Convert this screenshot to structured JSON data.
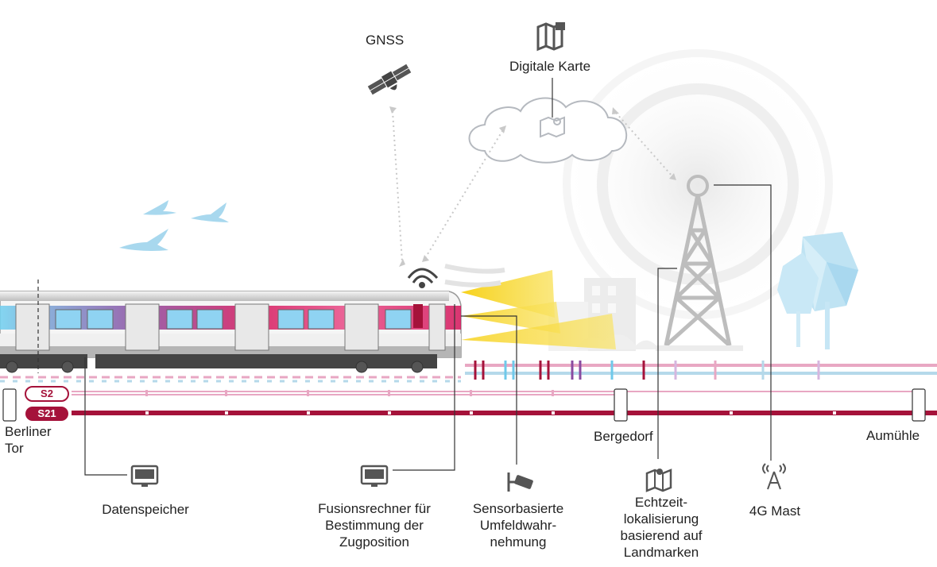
{
  "labels": {
    "gnss": "GNSS",
    "digital_map": "Digitale Karte",
    "station_berliner_tor": "Berliner\nTor",
    "station_bergedorf": "Bergedorf",
    "station_aumuehle": "Aumühle",
    "data_storage": "Datenspeicher",
    "fusion_computer": "Fusionsrechner für\nBestimmung der\nZugposition",
    "sensor_perception": "Sensorbasierte\nUmfeldwahr-\nnehmung",
    "realtime_localization": "Echtzeit-\nlokalisierung\nbasierend auf\nLandmarken",
    "mast_4g": "4G Mast"
  },
  "lines": [
    {
      "name": "S2",
      "color": "#a5123a",
      "style": "outline"
    },
    {
      "name": "S21",
      "color": "#a5123a",
      "style": "filled"
    }
  ],
  "colors": {
    "accent": "#a5123a",
    "sensor_beam": "#f5d21a",
    "cloud_stroke": "#b5b9bf",
    "tree": "#bfe3f3",
    "dotted_link": "#c9c9c9"
  },
  "icons": [
    "satellite-icon",
    "map-lock-icon",
    "map-pin-icon",
    "wifi-signal-icon",
    "monitor-icon",
    "camera-icon",
    "antenna-icon",
    "bird-icon",
    "tree-icon",
    "building-icon"
  ]
}
